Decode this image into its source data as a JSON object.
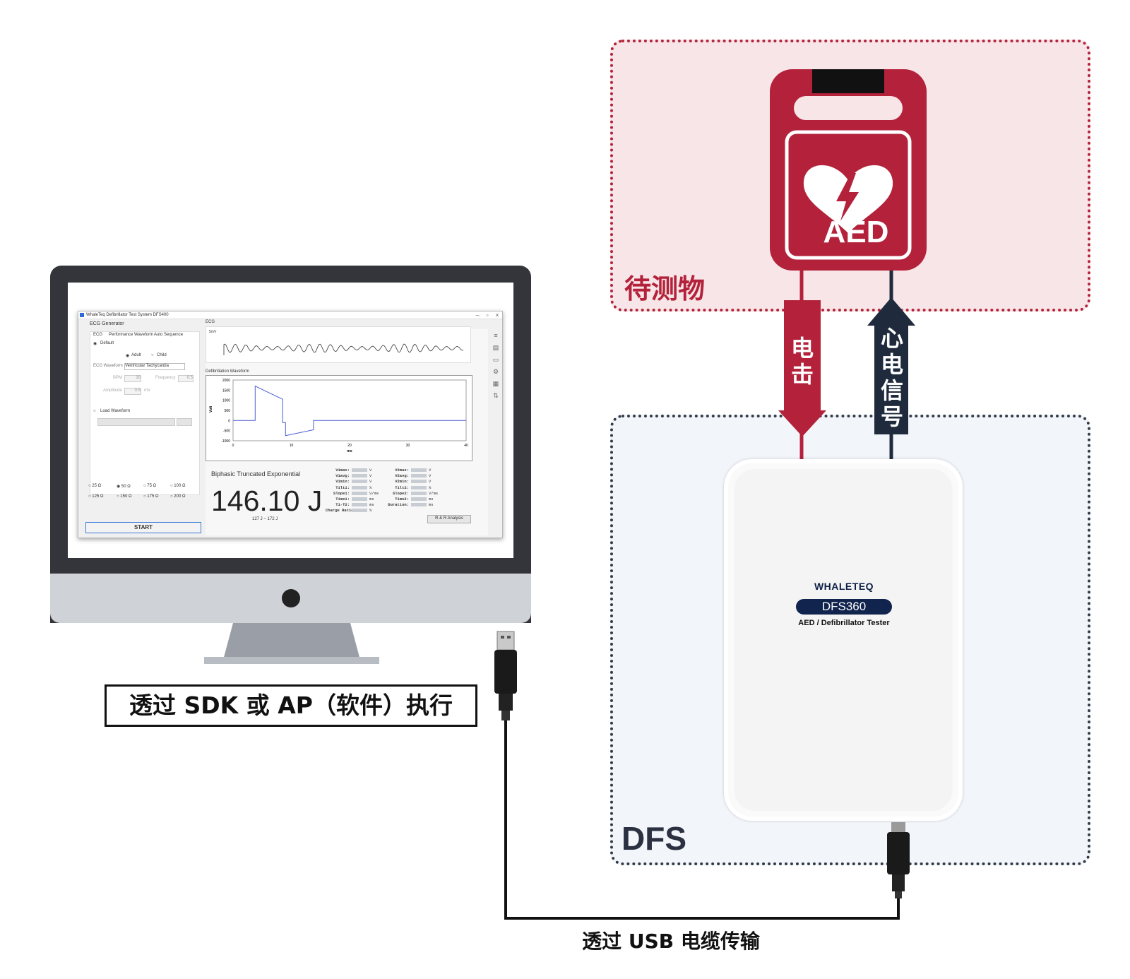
{
  "zones": {
    "dut_label": "待测物",
    "dfs_label": "DFS"
  },
  "aed": {
    "label": "AED"
  },
  "arrows": {
    "shock_label": "电击",
    "ecg_signal_label": "心电信号"
  },
  "device": {
    "brand": "WHALETEQ",
    "model": "DFS360",
    "subtitle": "AED / Defibrillator Tester"
  },
  "captions": {
    "sdk": "透过 SDK 或 AP（软件）执行",
    "usb": "透过 USB 电缆传输"
  },
  "app": {
    "window_title": "WhaleTeq Defibrillator Test System DFS400",
    "ecg_generator": "ECG Generator",
    "tabs": [
      "ECG",
      "Performance Waveform",
      "Auto Sequence"
    ],
    "default_option": "Default",
    "adult_option": "Adult",
    "child_option": "Child",
    "ecg_waveform_label": "ECG Waveform",
    "ecg_waveform_value": "Ventricular Tachycardia",
    "bpm_label": "BPM",
    "bpm_value": "30",
    "frequency_label": "Frequency",
    "frequency_value": "0.5",
    "amplitude_label": "Amplitude",
    "amplitude_value": "0.5",
    "amplitude_unit": "mV",
    "load_waveform": "Load Waveform",
    "resistances": [
      "25 Ω",
      "50 Ω",
      "75 Ω",
      "100 Ω",
      "125 Ω",
      "150 Ω",
      "175 Ω",
      "200 Ω"
    ],
    "selected_resistance": "50 Ω",
    "start_button": "START",
    "ecg_section": "ECG",
    "ecg_scale": "5mV",
    "defib_section": "Defibrillation Waveform",
    "waveform_name": "Biphasic Truncated Exponential",
    "energy": "146.10 J",
    "energy_range": "127 J ~ 172 J",
    "metrics_left": [
      "V1max:",
      "V1avg:",
      "V1min:",
      "Tilt1:",
      "Slope1:",
      "Time1:",
      "T1-T2:",
      "Charge Ratio:"
    ],
    "metrics_left_units": [
      "V",
      "V",
      "V",
      "%",
      "V/ms",
      "ms",
      "ms",
      "%"
    ],
    "metrics_right": [
      "V2max:",
      "V2avg:",
      "V2min:",
      "Tilt2:",
      "Slope2:",
      "Time2:",
      "Duration:"
    ],
    "metrics_right_units": [
      "V",
      "V",
      "V",
      "%",
      "V/ms",
      "ms",
      "ms"
    ],
    "rr_button": "R & R Analysis",
    "plot_y_label": "Volt",
    "plot_x_label": "ms",
    "plot_y_ticks": [
      "2000",
      "1500",
      "1000",
      "500",
      "0",
      "-500",
      "-1000"
    ],
    "plot_x_ticks": [
      "0",
      "10",
      "20",
      "30",
      "40"
    ]
  },
  "colors": {
    "aed_red": "#b3223a",
    "navy": "#1f2b3d",
    "dfs_border": "#333a48",
    "plot_line": "#4b5fd0"
  }
}
